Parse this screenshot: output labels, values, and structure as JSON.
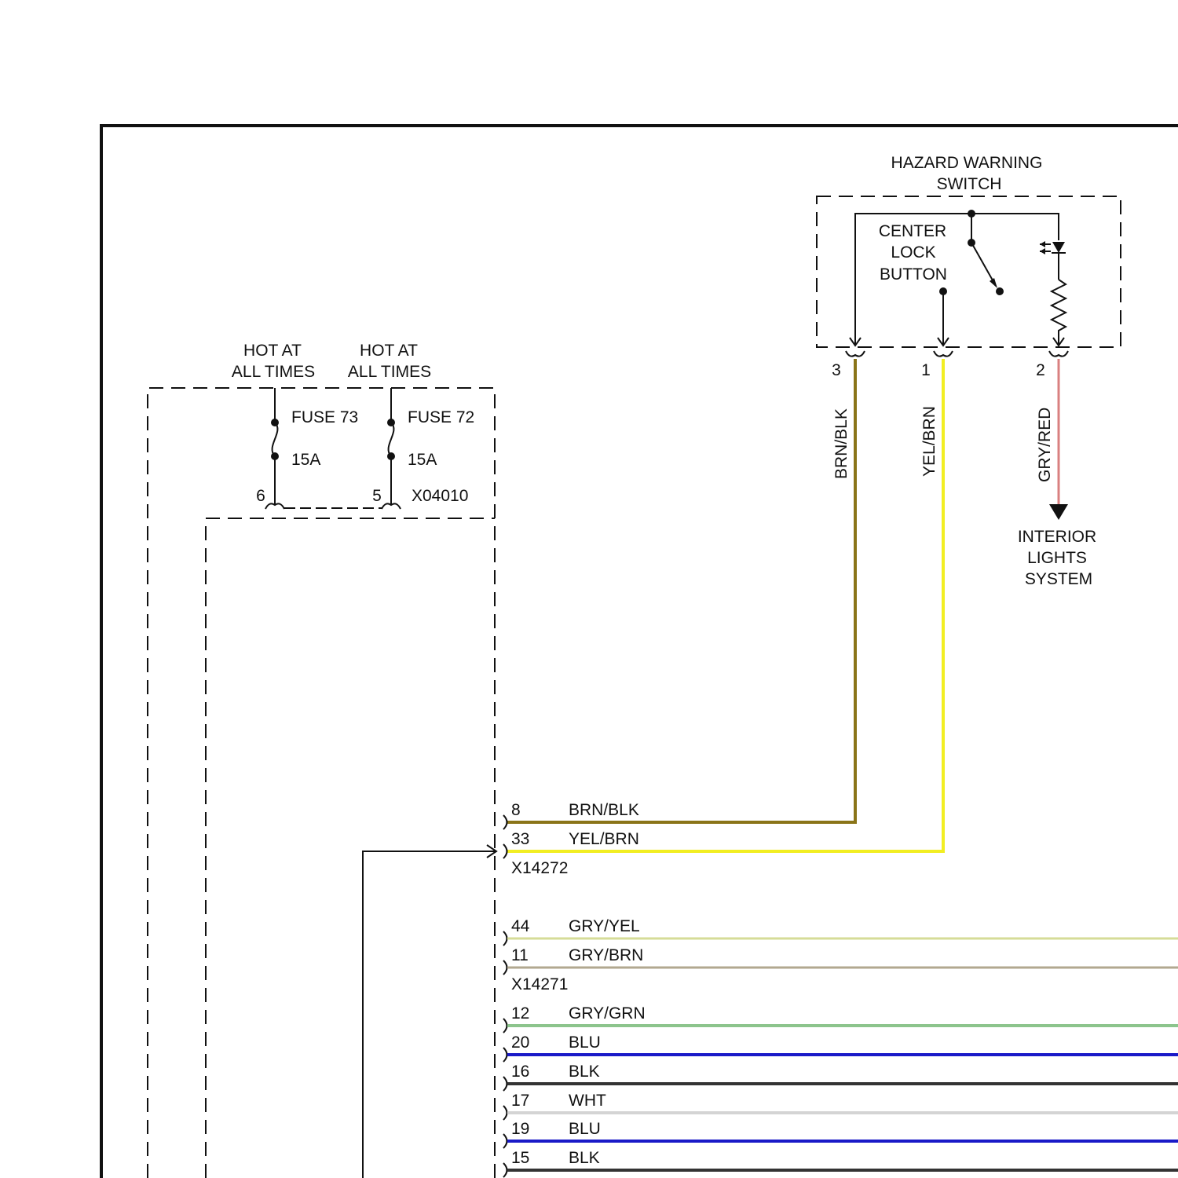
{
  "colors": {
    "BRN/BLK": "#8a7418",
    "YEL/BRN": "#f2ee22",
    "GRY/RED": "#d98080",
    "GRY/YEL": "#d6dc98",
    "GRY/BRN": "#b2a890",
    "GRY/GRN": "#8cc48c",
    "BLU": "#1a1ac8",
    "BLK": "#333333",
    "WHT": "#d4d4d4"
  },
  "hazard_switch": {
    "title_line1": "HAZARD WARNING",
    "title_line2": "SWITCH",
    "center_lock_line1": "CENTER",
    "center_lock_line2": "LOCK",
    "center_lock_line3": "BUTTON",
    "pins": [
      {
        "pin": "3",
        "wire": "BRN/BLK"
      },
      {
        "pin": "1",
        "wire": "YEL/BRN"
      },
      {
        "pin": "2",
        "wire": "GRY/RED"
      }
    ]
  },
  "interior_lights": {
    "line1": "INTERIOR",
    "line2": "LIGHTS",
    "line3": "SYSTEM"
  },
  "fuses": [
    {
      "hot_line1": "HOT AT",
      "hot_line2": "ALL TIMES",
      "name": "FUSE 73",
      "rating": "15A",
      "pin": "6"
    },
    {
      "hot_line1": "HOT AT",
      "hot_line2": "ALL TIMES",
      "name": "FUSE 72",
      "rating": "15A",
      "pin": "5"
    }
  ],
  "fuse_connector": "X04010",
  "connectors": [
    {
      "name": "X14272",
      "wires": [
        {
          "pin": "8",
          "color": "BRN/BLK"
        },
        {
          "pin": "33",
          "color": "YEL/BRN"
        }
      ]
    },
    {
      "name": "X14271",
      "wires": [
        {
          "pin": "44",
          "color": "GRY/YEL"
        },
        {
          "pin": "11",
          "color": "GRY/BRN"
        }
      ]
    }
  ],
  "lower_wires": [
    {
      "pin": "12",
      "color": "GRY/GRN"
    },
    {
      "pin": "20",
      "color": "BLU"
    },
    {
      "pin": "16",
      "color": "BLK"
    },
    {
      "pin": "17",
      "color": "WHT"
    },
    {
      "pin": "19",
      "color": "BLU"
    },
    {
      "pin": "15",
      "color": "BLK"
    }
  ]
}
